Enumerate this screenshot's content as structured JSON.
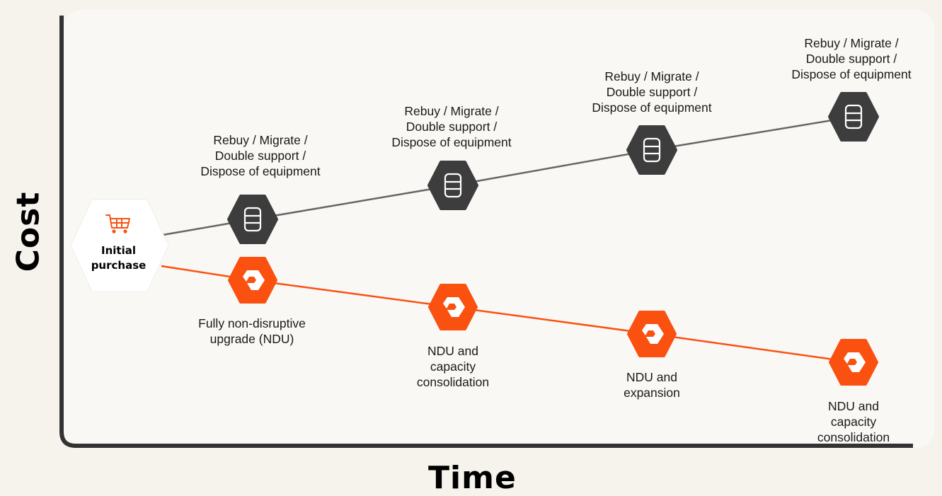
{
  "axes": {
    "y_label": "Cost",
    "x_label": "Time"
  },
  "start_node": {
    "label": "Initial\npurchase",
    "icon": "shopping-cart-icon"
  },
  "colors": {
    "traditional": "#3d3d3d",
    "evergreen": "#fa5111",
    "line_gray": "#666666",
    "line_orange": "#fa5111"
  },
  "traditional_path": {
    "icon": "storage-array-icon",
    "steps": [
      {
        "caption": "Rebuy / Migrate /\nDouble support /\nDispose of equipment"
      },
      {
        "caption": "Rebuy / Migrate /\nDouble support /\nDispose of equipment"
      },
      {
        "caption": "Rebuy / Migrate /\nDouble support /\nDispose of equipment"
      },
      {
        "caption": "Rebuy / Migrate /\nDouble support /\nDispose of equipment"
      }
    ]
  },
  "evergreen_path": {
    "icon": "pure-logo-icon",
    "steps": [
      {
        "caption": "Fully non-disruptive\nupgrade (NDU)"
      },
      {
        "caption": "NDU and\ncapacity\nconsolidation"
      },
      {
        "caption": "NDU and\nexpansion"
      },
      {
        "caption": "NDU and\ncapacity\nconsolidation"
      }
    ]
  }
}
